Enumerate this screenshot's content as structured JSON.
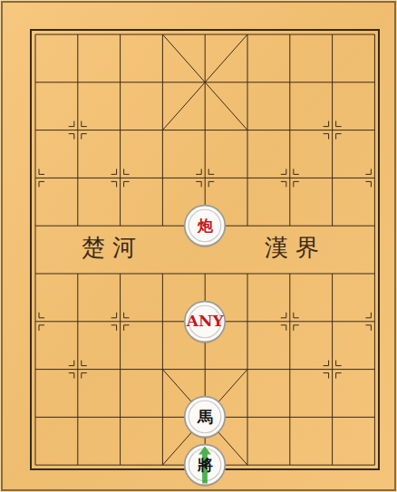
{
  "diagram": {
    "nodes": [
      {
        "text": [
          "炮"
        ]
      },
      {
        "text": [
          "ANY"
        ]
      },
      {
        "text": [
          "馬"
        ]
      },
      {
        "text": [
          "將"
        ]
      }
    ],
    "labels": [
      "楚 河",
      "漢 界"
    ]
  }
}
